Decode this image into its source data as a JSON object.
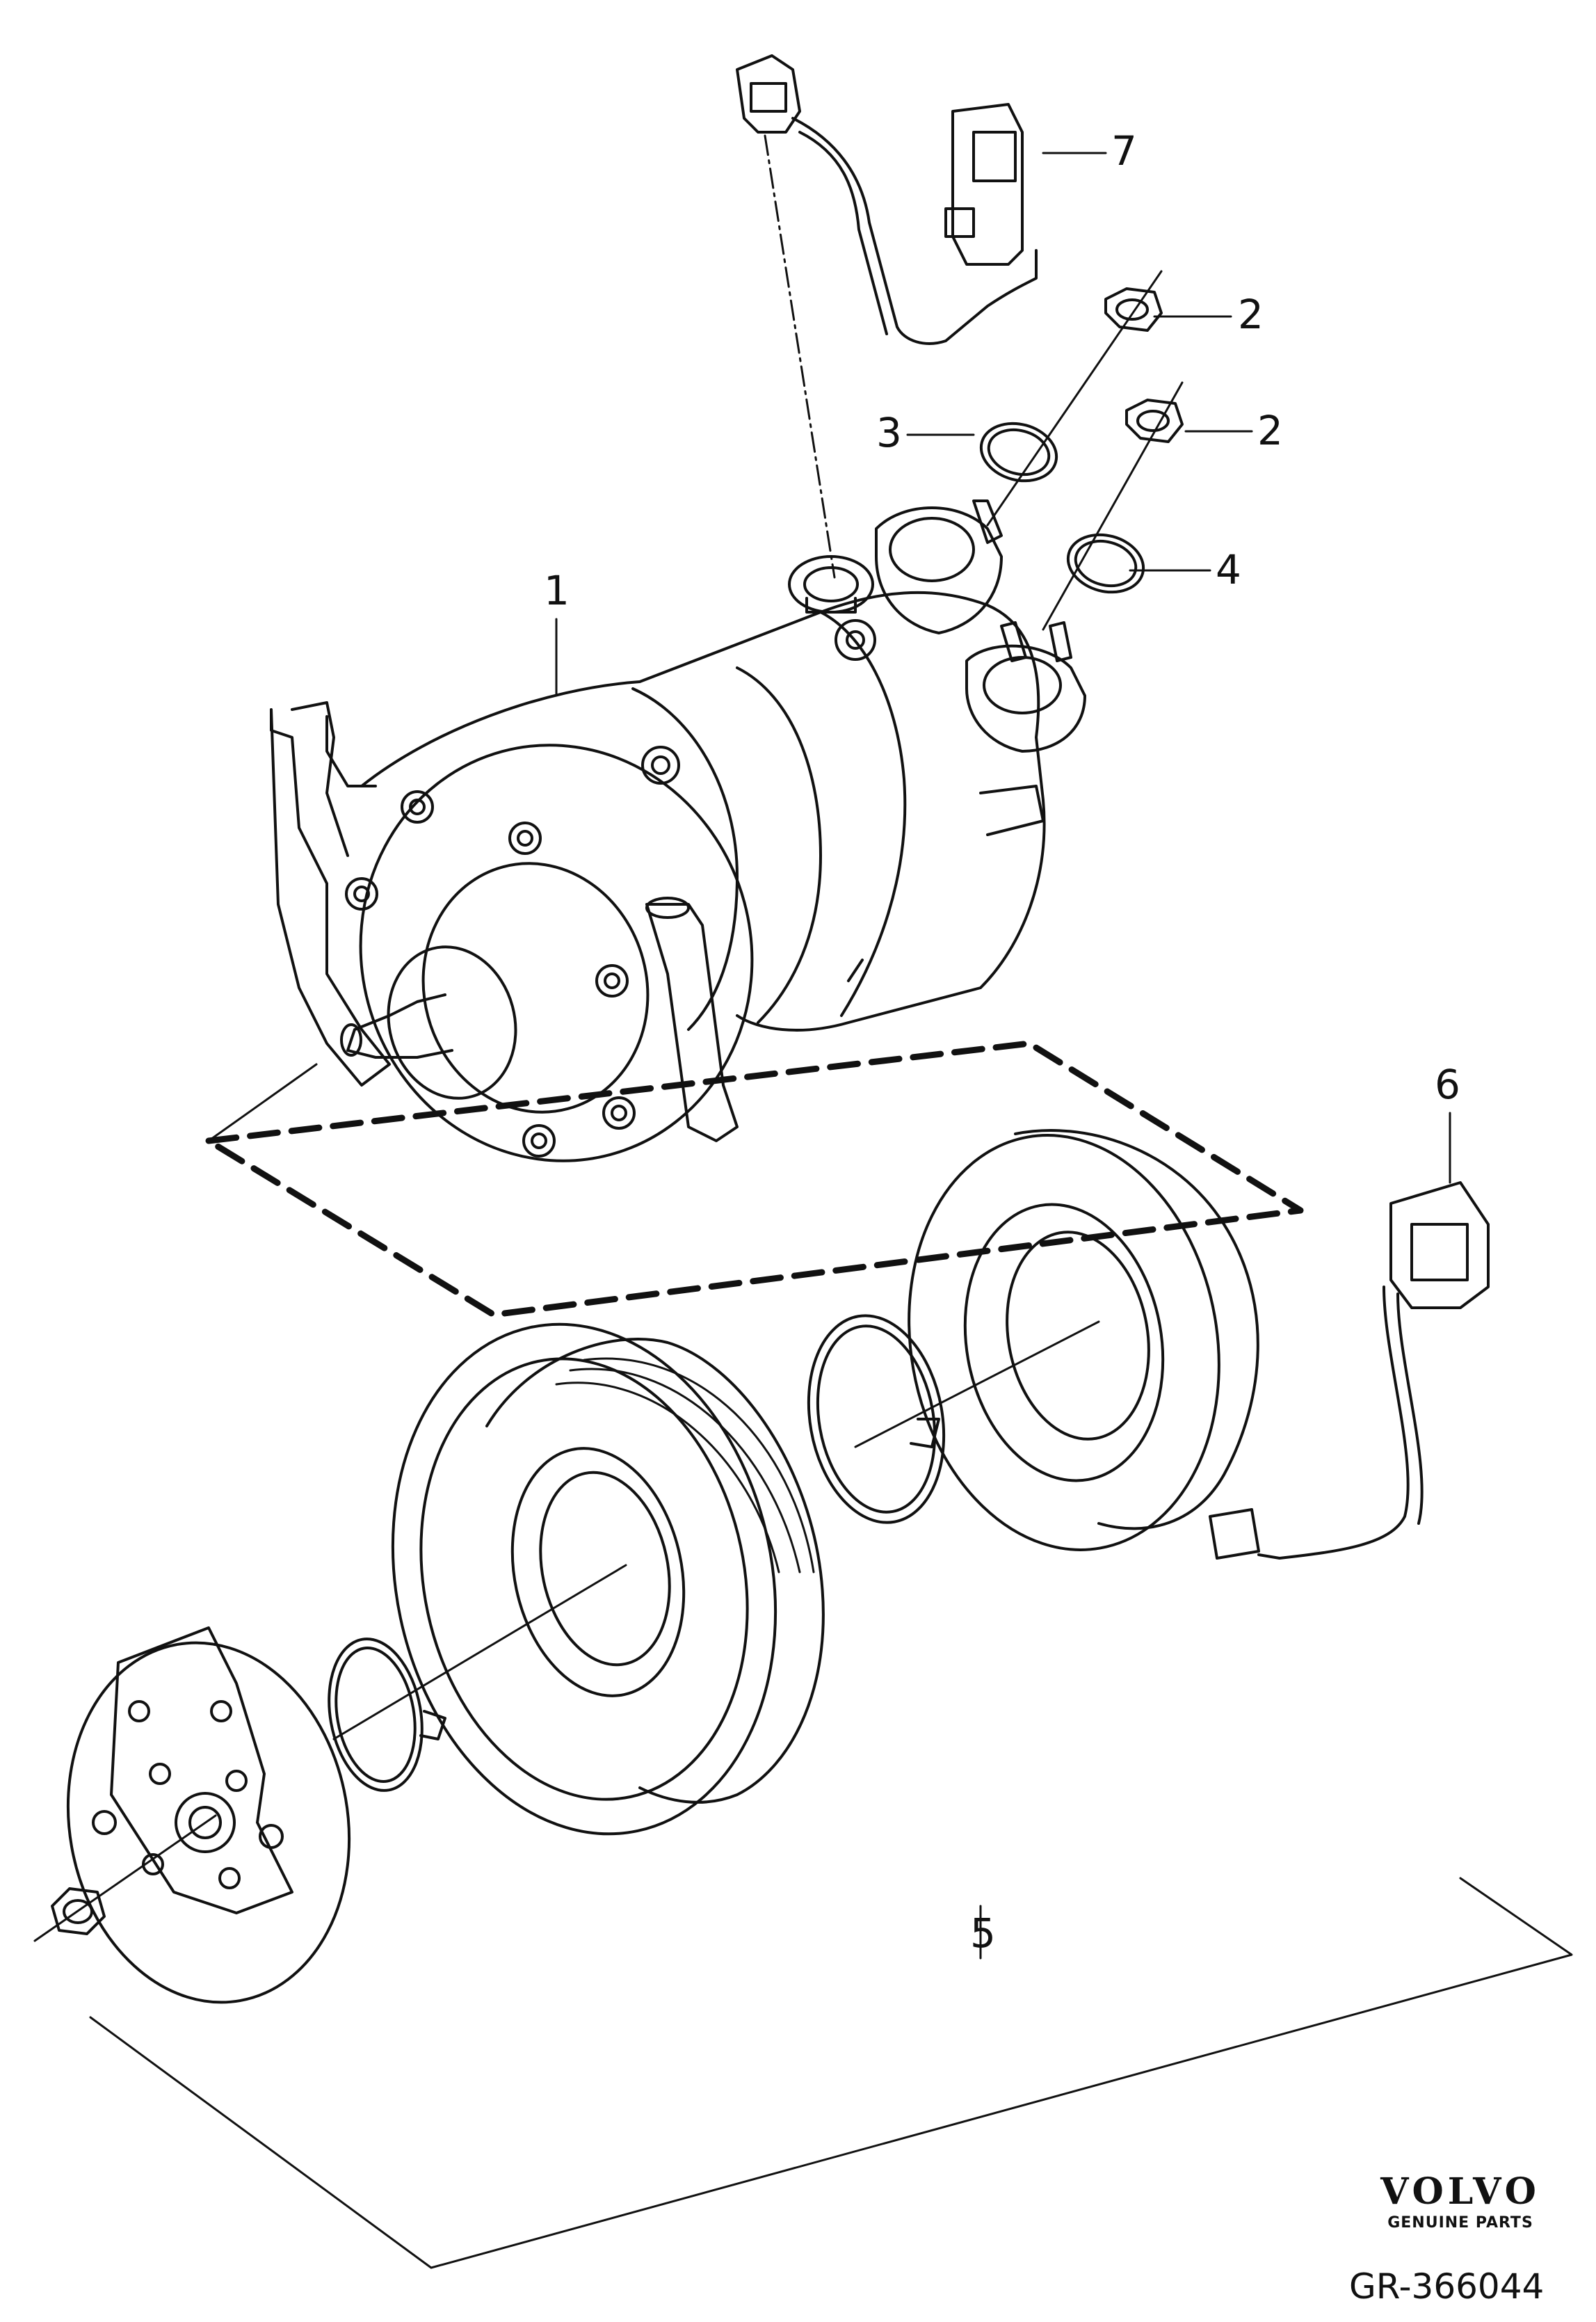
{
  "callouts": [
    {
      "id": "1",
      "label": "1"
    },
    {
      "id": "2a",
      "label": "2"
    },
    {
      "id": "2b",
      "label": "2"
    },
    {
      "id": "3",
      "label": "3"
    },
    {
      "id": "4",
      "label": "4"
    },
    {
      "id": "5",
      "label": "5"
    },
    {
      "id": "6",
      "label": "6"
    },
    {
      "id": "7",
      "label": "7"
    }
  ],
  "logo": {
    "brand": "VOLVO",
    "subtitle": "GENUINE PARTS"
  },
  "reference": "GR-366044",
  "colors": {
    "line": "#111111",
    "background": "#ffffff"
  }
}
